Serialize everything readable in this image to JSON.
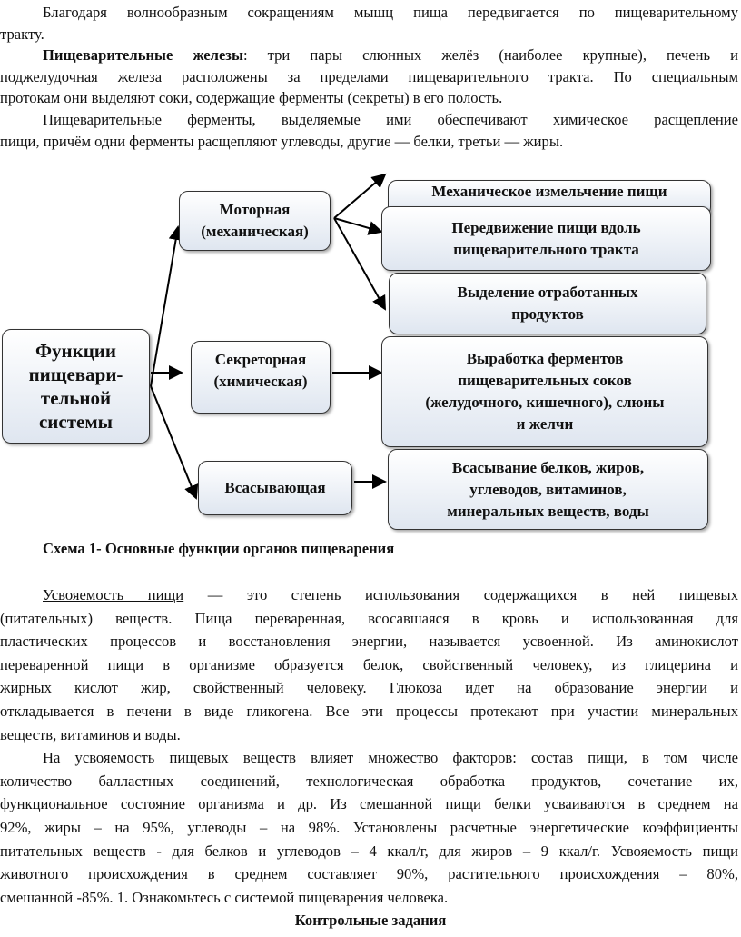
{
  "intro": {
    "p1": [
      "Благодаря волнообразным сокращениям мышц пища передвигается по пищеварительному",
      "тракту."
    ],
    "p2_lead": "Пищеварительные железы",
    "p2": [
      ": три пары слюнных желёз (наиболее крупные), печень и",
      "поджелудочная железа расположены за пределами пищеварительного тракта. По специальным",
      "протокам они выделяют соки, содержащие ферменты (секреты) в его полость."
    ],
    "p3": [
      "Пищеварительные ферменты, выделяемые ими обеспечивают химическое расщепление",
      "пищи, причём одни ферменты расщепляют углеводы, другие — белки, третьи — жиры."
    ]
  },
  "diagram": {
    "root": [
      "Функции",
      "пищевари-",
      "тельной",
      "системы"
    ],
    "motor": [
      "Моторная",
      "(механическая)"
    ],
    "secretory": [
      "Секреторная",
      "(химическая)"
    ],
    "absorbing": [
      "Всасывающая"
    ],
    "mech_grinding": [
      "Механическое измельчение пищи"
    ],
    "movement": [
      "Передвижение пищи вдоль",
      "пищеварительного тракта"
    ],
    "excretion": [
      "Выделение отработанных",
      "продуктов"
    ],
    "enzymes": [
      "Выработка ферментов",
      "пищеварительных соков",
      "(желудочного, кишечного), слюны",
      "и желчи"
    ],
    "absorption": [
      "Всасывание белков, жиров,",
      "углеводов, витаминов,",
      "минеральных веществ, воды"
    ]
  },
  "caption": "Схема 1- Основные функции органов пищеварения",
  "body": {
    "p4_lead": "Усвояемость пищи",
    "p4": [
      " — это степень использования содержащихся в ней пищевых",
      "(питательных) веществ. Пища переваренная, всосавшаяся в кровь и использованная для",
      "пластических процессов и восстановления энергии, называется усвоенной. Из аминокислот",
      "переваренной пищи в организме образуется белок, свойственный человеку, из глицерина и",
      "жирных кислот жир, свойственный человеку. Глюкоза идет на образование энергии и",
      "откладывается в печени в виде гликогена. Все эти процессы протекают при участии минеральных",
      "веществ, витаминов и воды."
    ],
    "p5": [
      "На усвояемость пищевых веществ влияет множество факторов: состав пищи, в том числе",
      "количество балластных соединений, технологическая обработка продуктов, сочетание их,",
      "функциональное состояние организма и др. Из смешанной пищи белки усваиваются в среднем на",
      "92%, жиры – на 95%, углеводы – на 98%. Установлены расчетные энергетические коэффициенты",
      "питательных веществ - для белков и углеводов – 4 ккал/г, для жиров – 9 ккал/г. Усвояемость пищи",
      "животного происхождения в среднем составляет 90%, растительного происхождения – 80%,",
      "смешанной -85%. 1. Ознакомьтесь с системой пищеварения человека."
    ]
  },
  "section_title": "Контрольные задания"
}
